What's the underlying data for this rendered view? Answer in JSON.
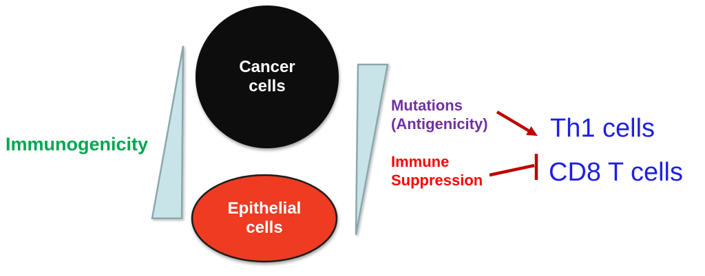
{
  "figure": {
    "axis_label": {
      "text": "Immunogenicity",
      "color": "#00A651"
    },
    "cells": {
      "cancer": {
        "line1": "Cancer",
        "line2": "cells",
        "fill": "#0A0A0A",
        "text_color": "#FFFFFF"
      },
      "epithelial": {
        "line1": "Epithelial",
        "line2": "cells",
        "fill": "#EE3B20",
        "text_color": "#FFFFFF"
      }
    },
    "gradient_triangles": {
      "fill": "#C9E4E8",
      "stroke": "#8BA8AC"
    },
    "factors": {
      "mutations": {
        "line1": "Mutations",
        "line2": "(Antigenicity)",
        "color": "#7030A0"
      },
      "immune_suppression": {
        "line1": "Immune",
        "line2": "Suppression",
        "color": "#FF0000"
      }
    },
    "outcomes": {
      "th1": {
        "text": "Th1 cells",
        "color": "#1F1FE0"
      },
      "cd8": {
        "text": "CD8 T cells",
        "color": "#1F1FE0"
      }
    },
    "connector_color": "#C00000"
  }
}
